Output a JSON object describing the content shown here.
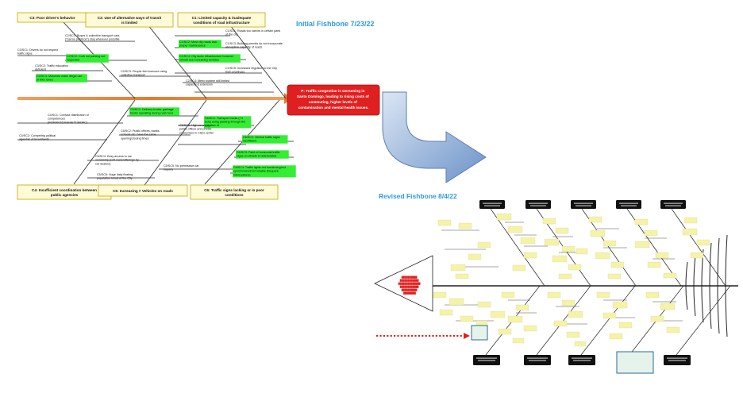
{
  "initial": {
    "title": "Initial Fishbone 7/23/22",
    "problem": [
      "P: Traffic congestion is worsening in",
      "Santo Domingo, leading to rising costs of",
      "commuting, higher levels of",
      "contamination and mental health issues."
    ],
    "causes": {
      "c3": [
        "C3: Poor driver's behavior"
      ],
      "c2": [
        "C2: Use of alternative ways of transit",
        "is limited"
      ],
      "c1": [
        "C1: Limited capacity & inadequate",
        "conditions of road infrastructure"
      ],
      "c4": [
        "C4: Insufficient coordination between",
        "public agencies"
      ],
      "c5": [
        "C5: Increasing # Vehicles on roads"
      ],
      "c6": [
        "C6: Traffic signs lacking or in poor",
        "conditions"
      ]
    },
    "subcauses": {
      "c2_sc1": [
        "C2/SC1: Buses & collective transport cars",
        "(\"carros publicos\") stop wherever possible"
      ],
      "c3_sc1": [
        "C3/SC1: Drivers do not respect",
        "traffic signs"
      ],
      "c2_sc2": [
        "C2/SC2: Curb not parking not",
        "respected"
      ],
      "c3_sc2": [
        "C3/SC2: Traffic education",
        "deficient"
      ],
      "c3_sc3": [
        "C3/SC3: Motorists make illegal use",
        "of bike lanes"
      ],
      "c2_sc3": [
        "C2/SC3: People feel insecure using",
        "collective transport"
      ],
      "c1_sc1": [
        "C1/SC1: Roads too narrow in certain parts",
        "of the city"
      ],
      "c1_sc2": [
        "C1/SC2: Most city roads lack",
        "proper maintenance"
      ],
      "c1_sc3": [
        "C1/SC3: Building permits do not incorporate",
        "absorption capacity of roads"
      ],
      "c1_sc4": [
        "C1/SC4: City lacks infrastructure however",
        "should see increasing vehicles"
      ],
      "c1_sc5": [
        "C1/SC5: Increased migration to the City",
        "from provinces"
      ],
      "c2_sc4": [
        "C2/SC4: Metro system still limited",
        "capacity & extension"
      ],
      "c4_sc1": [
        "C4/SC1: Confuse distribution of",
        "competences",
        "(INTRANT/DIGESETT/MOPC)"
      ],
      "c4_sc2": [
        "C4/SC2: Competing political",
        "agendas of incumbents"
      ],
      "c5_sc1": [
        "C5/SC1: Delivery trucks, garbage",
        "trucks operating during rush hour"
      ],
      "c6_sc1": [
        "C6/SC1: Transport trucks (+4",
        "axle) using passing through the",
        "City"
      ],
      "c5_sc2": [
        "C5/SC2: Public offices, banks,",
        "schools etc. have the same",
        "opening/closing times"
      ],
      "c5_sc3": [
        "C5/SC3: High concentration of",
        "public offices and private",
        "enterprises in City's center"
      ],
      "c6_sc2": [
        "C6/SC2: Vertical traffic signs",
        "insufficient"
      ],
      "c6_sc3": [
        "C6/SC3: Paint of horizontal traffic",
        "signs on streets is deteriorated"
      ],
      "c5_sc4": [
        "C5/SC4: Easy access to car",
        "ownership (soft loans/offerings by",
        "car dealers)"
      ],
      "c6_sc4": [
        "C6/SC4: Traffic lights not functioning/not",
        "synchronized/not reliable (frequent",
        "interruptions)"
      ],
      "c5_sc5": [
        "C5/SC5: No permissive car",
        "imports"
      ],
      "c5_sc6": [
        "C5/SC6: Huge daily floating",
        "population in/out of the City"
      ]
    }
  },
  "revised": {
    "title": "Revised Fishbone 8/4/22"
  },
  "colors": {
    "title_blue": "#2e9be0",
    "cause_border": "#c9a400",
    "cause_fill": "#fffbd6",
    "problem_red": "#e02020",
    "highlight_green": "#33ee33",
    "spine_orange": "#e58a3c",
    "arrow_blue": "#6c93c8",
    "sticky_yellow": "#f4f3a8"
  }
}
